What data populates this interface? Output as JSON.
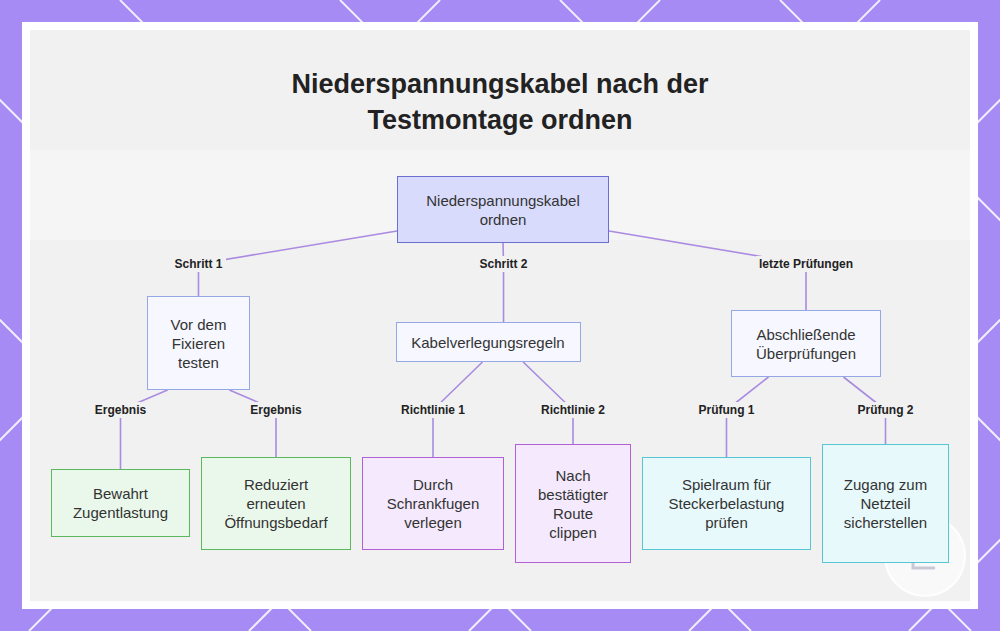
{
  "diagram": {
    "title": "Niederspannungskabel nach der Testmontage ordnen",
    "nodes": [
      {
        "text": [
          "Niederspannungskabel ordnen"
        ]
      },
      {
        "text": [
          "Vor dem Fixieren testen"
        ]
      },
      {
        "text": [
          "Kabelverlegungsregeln"
        ]
      },
      {
        "text": [
          "Abschließende Überprüfungen"
        ]
      },
      {
        "text": [
          "Bewahrt Zugentlastung"
        ]
      },
      {
        "text": [
          "Reduziert erneuten Öffnungsbedarf"
        ]
      },
      {
        "text": [
          "Durch Schrankfugen verlegen"
        ]
      },
      {
        "text": [
          "Nach bestätigter Route clippen"
        ]
      },
      {
        "text": [
          "Spielraum für Steckerbelastung prüfen"
        ]
      },
      {
        "text": [
          "Zugang zum Netzteil sicherstellen"
        ]
      }
    ],
    "edges": [
      {
        "from": 0,
        "to": 1,
        "label": "Schritt 1",
        "arrow": "none"
      },
      {
        "from": 0,
        "to": 2,
        "label": "Schritt 2",
        "arrow": "none"
      },
      {
        "from": 0,
        "to": 3,
        "label": "letzte Prüfungen",
        "arrow": "none"
      },
      {
        "from": 1,
        "to": 4,
        "label": "Ergebnis",
        "arrow": "none"
      },
      {
        "from": 1,
        "to": 5,
        "label": "Ergebnis",
        "arrow": "none"
      },
      {
        "from": 2,
        "to": 6,
        "label": "Richtlinie 1",
        "arrow": "none"
      },
      {
        "from": 2,
        "to": 7,
        "label": "Richtlinie 2",
        "arrow": "none"
      },
      {
        "from": 3,
        "to": 8,
        "label": "Prüfung 1",
        "arrow": "none"
      },
      {
        "from": 3,
        "to": 9,
        "label": "Prüfung 2",
        "arrow": "none"
      }
    ]
  }
}
